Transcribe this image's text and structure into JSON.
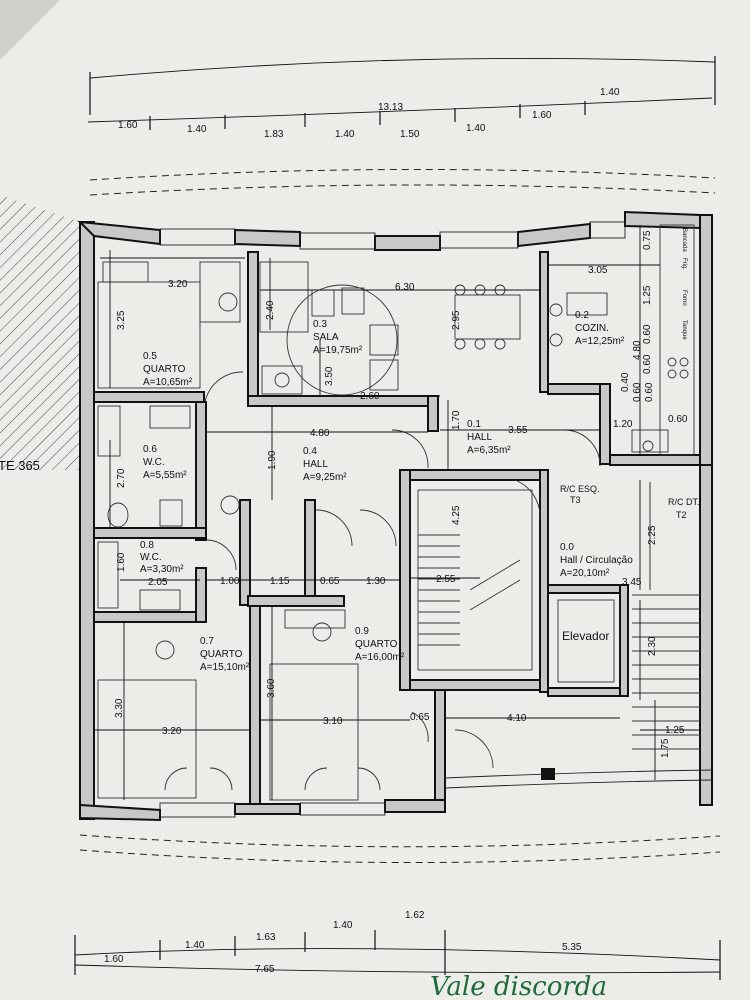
{
  "top_dims": {
    "total": "13.13",
    "segments": [
      "1.60",
      "1.40",
      "1.83",
      "1.40",
      "1.50",
      "1.40",
      "1.60",
      "1.40"
    ]
  },
  "bottom_dims": {
    "segments": [
      "1.60",
      "1.40",
      "1.63",
      "1.40",
      "1.62"
    ],
    "left_total": "7.65",
    "right_total": "5.35"
  },
  "neighbor_label": "TE 365",
  "rooms": [
    {
      "num": "0.5",
      "name": "QUARTO",
      "area": "A=10,65m²"
    },
    {
      "num": "0.3",
      "name": "SALA",
      "area": "A=19,75m²"
    },
    {
      "num": "0.2",
      "name": "COZIN.",
      "area": "A=12,25m²"
    },
    {
      "num": "0.6",
      "name": "W.C.",
      "area": "A=5,55m²"
    },
    {
      "num": "0.4",
      "name": "HALL",
      "area": "A=9,25m²"
    },
    {
      "num": "0.1",
      "name": "HALL",
      "area": "A=6,35m²"
    },
    {
      "num": "0.8",
      "name": "W.C.",
      "area": "A=3,30m²"
    },
    {
      "num": "0.7",
      "name": "QUARTO",
      "area": "A=15,10m²"
    },
    {
      "num": "0.9",
      "name": "QUARTO",
      "area": "A=16,00m²"
    },
    {
      "num": "0.0",
      "name": "Hall / Circulação",
      "area": "A=20,10m²"
    }
  ],
  "elevator_label": "Elevador",
  "rc_esq": [
    "R/C ESQ.",
    "T3"
  ],
  "rc_dt": [
    "R/C DT.",
    "T2"
  ],
  "inner_dims": {
    "q05_w": "3.20",
    "q05_h": "3.25",
    "sala_w": "6.30",
    "sala_h": "2.40",
    "sala_h2": "2.95",
    "sala_h3": "3.50",
    "sala_w2": "2.60",
    "coz_w": "3.05",
    "coz_h": "4.80",
    "coz_a": "0.75",
    "coz_b": "1.25",
    "coz_c": "0.60",
    "coz_d": "0.60",
    "coz_e": "0.40",
    "coz_f": "0.60",
    "coz_g": "0.60",
    "coz_h2": "1.20",
    "hall4_w": "4.80",
    "hall4_h": "1.90",
    "hall1_w": "3.55",
    "hall1_h": "1.70",
    "wc06_h": "2.70",
    "stair_h": "4.25",
    "stair_w": "2.55",
    "circ_h": "2.25",
    "circ_w": "3.45",
    "circ_h2": "2.30",
    "circ_w2": "4.10",
    "circ_w3": "1.25",
    "circ_h3": "1.75",
    "wc08_h": "1.60",
    "wc08_w": "2.05",
    "row_a": "1.00",
    "row_b": "1.15",
    "row_c": "0.65",
    "row_d": "1.30",
    "q07_w": "3.20",
    "q07_h": "3.30",
    "q09_w": "3.10",
    "q09_h": "3.60",
    "q09_x": "0.65"
  },
  "kitchen_side_labels": [
    "Bancada",
    "Frig.",
    "Forno",
    "Tanque"
  ],
  "handwriting": "Vale discorda"
}
